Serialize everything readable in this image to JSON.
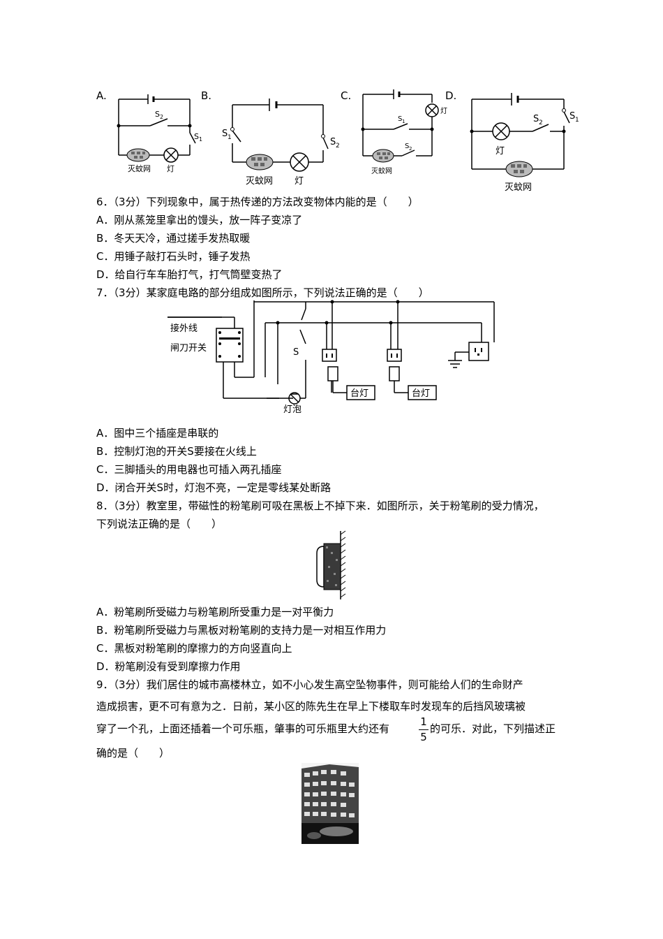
{
  "q5_circuits": {
    "A": {
      "label": "A.",
      "s2": "S",
      "s2_sub": "2",
      "s1": "S",
      "s1_sub": "1",
      "net": "灭蚊网",
      "lamp": "灯"
    },
    "B": {
      "label": "B.",
      "s1": "S",
      "s1_sub": "1",
      "s2": "S",
      "s2_sub": "2",
      "net": "灭蚊网",
      "lamp": "灯"
    },
    "C": {
      "label": "C.",
      "s1": "S",
      "s1_sub": "1",
      "s2": "S",
      "s2_sub": "2",
      "net": "灭蚊网",
      "lamp": "灯"
    },
    "D": {
      "label": "D.",
      "s2": "S",
      "s2_sub": "2",
      "s1": "S",
      "s1_sub": "1",
      "net": "灭蚊网",
      "lamp": "灯"
    }
  },
  "q6": {
    "stem": "6．（3分）下列现象中，属于热传递的方法改变物体内能的是（　　）",
    "options": [
      "A．刚从蒸笼里拿出的馒头，放一阵子变凉了",
      "B．冬天天冷，通过搓手发热取暖",
      "C．用锤子敲打石头时，锤子发热",
      "D．给自行车车胎打气，打气筒壁变热了"
    ]
  },
  "q7": {
    "stem": "7．（3分）某家庭电路的部分组成如图所示，下列说法正确的是（　　）",
    "figure": {
      "outer_line": "接外线",
      "switch": "闸刀开关",
      "s": "S",
      "bulb": "灯泡",
      "lamp1": "台灯",
      "lamp2": "台灯"
    },
    "options": [
      "A．图中三个插座是串联的",
      "B．控制灯泡的开关S要接在火线上",
      "C．三脚插头的用电器也可插入两孔插座",
      "D．闭合开关S时，灯泡不亮，一定是零线某处断路"
    ]
  },
  "q8": {
    "stem_line1": "8．（3分）教室里，带磁性的粉笔刷可吸在黑板上不掉下来．如图所示，关于粉笔刷的受力情况，",
    "stem_line2": "下列说法正确的是（　　）",
    "options": [
      "A．粉笔刷所受磁力与粉笔刷所受重力是一对平衡力",
      "B．粉笔刷所受磁力与黑板对粉笔刷的支持力是一对相互作用力",
      "C．黑板对粉笔刷的摩擦力的方向竖直向上",
      "D．粉笔刷没有受到摩擦力作用"
    ]
  },
  "q9": {
    "line1": "9．（3分）我们居住的城市高楼林立，如不小心发生高空坠物事件，则可能给人们的生命财产",
    "line2": "造成损害，更不可有意为之．日前，某小区的陈先生在早上下楼取车时发现车的后挡风玻璃被",
    "line3_before": "穿了一个孔，上面还插着一个可乐瓶，肇事的可乐瓶里大约还有",
    "frac_num": "1",
    "frac_den": "5",
    "line3_after": "的可乐．对此，下列描述正",
    "line4": "确的是（　　）"
  }
}
